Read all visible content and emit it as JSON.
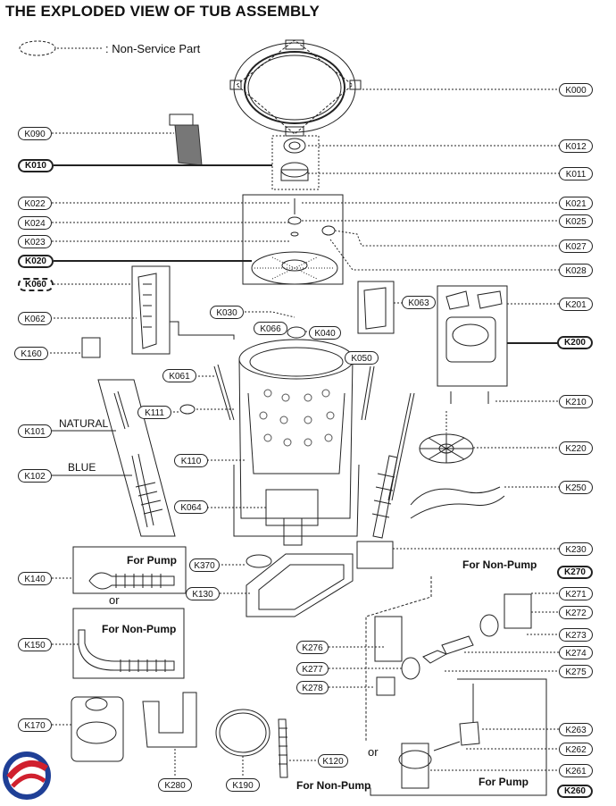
{
  "title": "THE EXPLODED VIEW OF TUB ASSEMBLY",
  "legend": {
    "text": ": Non-Service Part"
  },
  "parts": {
    "K000": "K000",
    "K090": "K090",
    "K012": "K012",
    "K010": "K010",
    "K011": "K011",
    "K022": "K022",
    "K021": "K021",
    "K024": "K024",
    "K025": "K025",
    "K023": "K023",
    "K027": "K027",
    "K020": "K020",
    "K028": "K028",
    "K060": "K060",
    "K063": "K063",
    "K201": "K201",
    "K062": "K062",
    "K030": "K030",
    "K066": "K066",
    "K040": "K040",
    "K200": "K200",
    "K160": "K160",
    "K050": "K050",
    "K061": "K061",
    "K210": "K210",
    "K111": "K111",
    "K101": "K101",
    "K220": "K220",
    "K110": "K110",
    "K102": "K102",
    "K250": "K250",
    "K064": "K064",
    "K230": "K230",
    "K370": "K370",
    "K140": "K140",
    "K270": "K270",
    "K130": "K130",
    "K271": "K271",
    "K272": "K272",
    "K150": "K150",
    "K273": "K273",
    "K276": "K276",
    "K274": "K274",
    "K277": "K277",
    "K275": "K275",
    "K278": "K278",
    "K170": "K170",
    "K263": "K263",
    "K262": "K262",
    "K120": "K120",
    "K261": "K261",
    "K280": "K280",
    "K190": "K190",
    "K260": "K260"
  },
  "notes": {
    "natural": "NATURAL",
    "blue": "BLUE",
    "for_pump_1": "For Pump",
    "or_1": "or",
    "for_non_pump_1": "For Non-Pump",
    "for_non_pump_2": "For Non-Pump",
    "or_2": "or",
    "for_pump_2": "For Pump",
    "for_non_pump_3": "For Non-Pump"
  },
  "colors": {
    "logo_red": "#d0202e",
    "logo_blue": "#1f3f96"
  }
}
